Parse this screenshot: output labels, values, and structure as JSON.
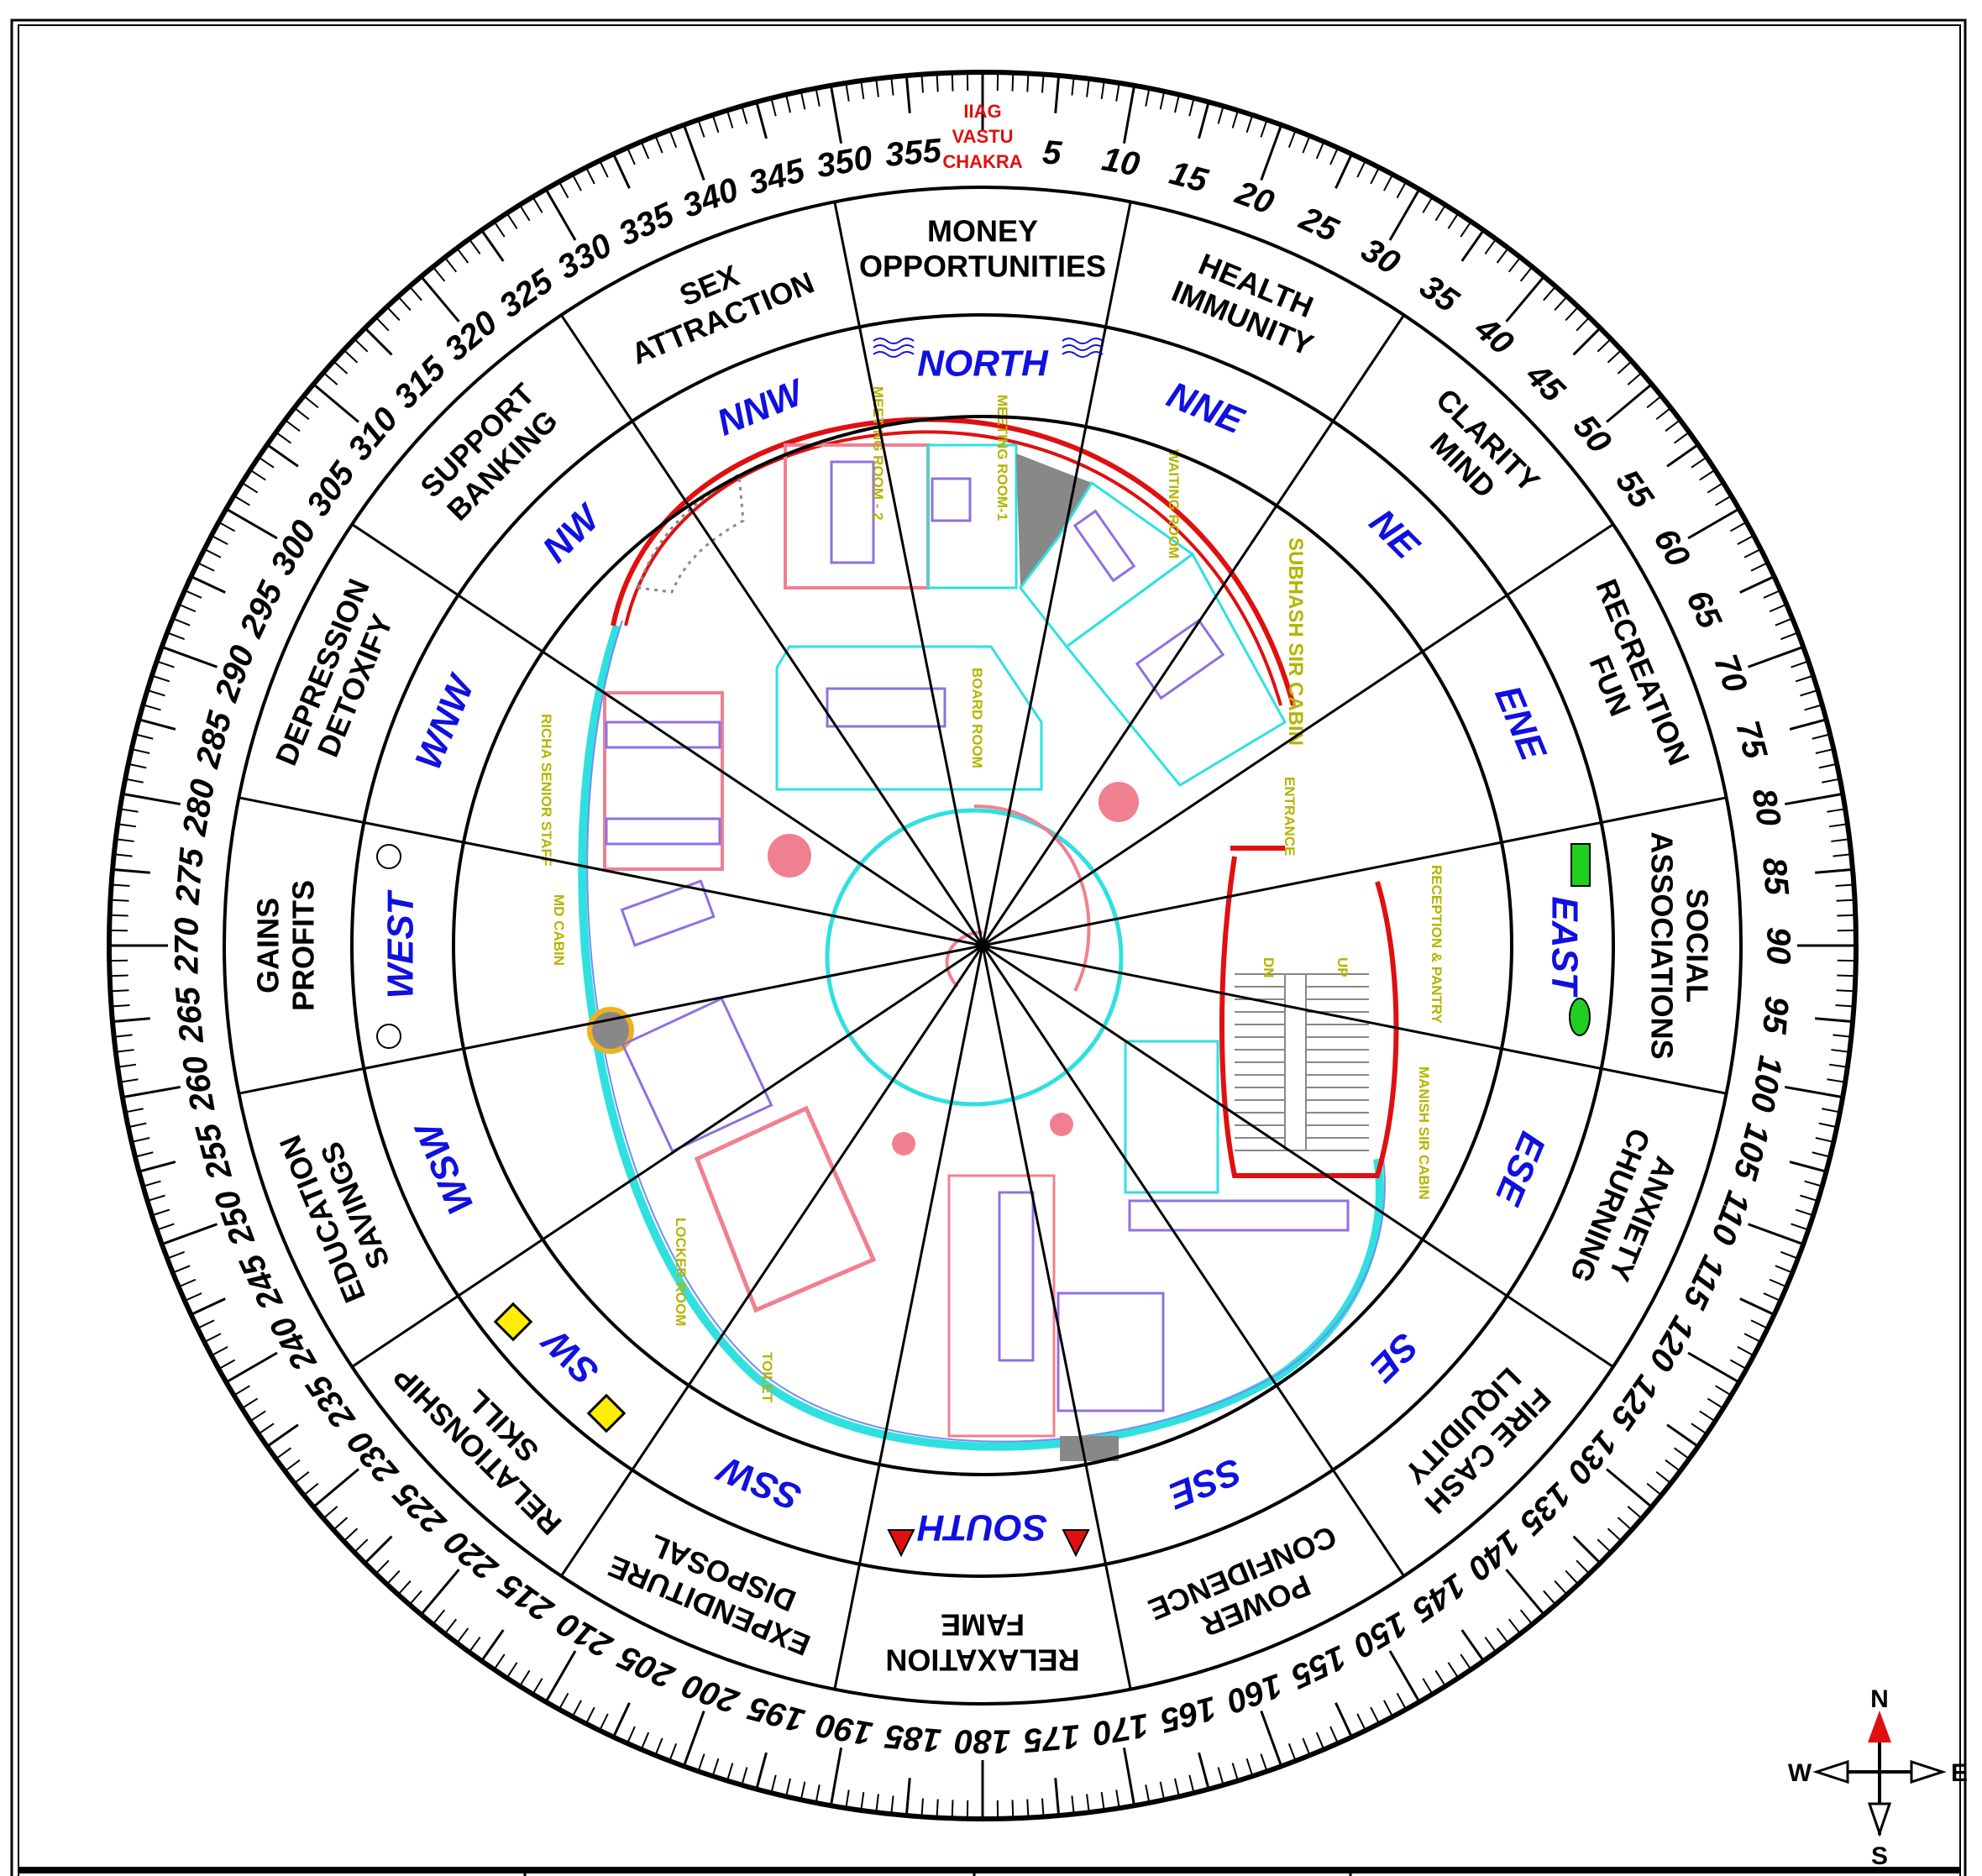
{
  "title_lines": [
    "IIAG",
    "VASTU",
    "CHAKRA"
  ],
  "degree_labels_step": 5,
  "sectors": [
    {
      "direction": "NORTH",
      "lines": [
        "MONEY",
        "OPPORTUNITIES"
      ]
    },
    {
      "direction": "NNE",
      "lines": [
        "HEALTH",
        "IMMUNITY"
      ]
    },
    {
      "direction": "NE",
      "lines": [
        "CLARITY",
        "MIND"
      ]
    },
    {
      "direction": "ENE",
      "lines": [
        "RECREATION",
        "FUN"
      ]
    },
    {
      "direction": "EAST",
      "lines": [
        "SOCIAL",
        "ASSOCIATIONS"
      ]
    },
    {
      "direction": "ESE",
      "lines": [
        "ANXIETY",
        "CHURNING"
      ]
    },
    {
      "direction": "SE",
      "lines": [
        "FIRE CASH",
        "LIQUIDITY"
      ]
    },
    {
      "direction": "SSE",
      "lines": [
        "POWER",
        "CONFIDENCE"
      ]
    },
    {
      "direction": "SOUTH",
      "lines": [
        "RELAXATION",
        "FAME"
      ]
    },
    {
      "direction": "SSW",
      "lines": [
        "EXPENDITURE",
        "DISPOSAL"
      ]
    },
    {
      "direction": "SW",
      "lines": [
        "RELATIONSHIP",
        "SKILL"
      ]
    },
    {
      "direction": "WSW",
      "lines": [
        "EDUCATION",
        "SAVINGS"
      ]
    },
    {
      "direction": "WEST",
      "lines": [
        "GAINS",
        "PROFITS"
      ]
    },
    {
      "direction": "WNW",
      "lines": [
        "DEPRESSION",
        "DETOXIFY"
      ]
    },
    {
      "direction": "NW",
      "lines": [
        "SUPPORT",
        "BANKING"
      ]
    },
    {
      "direction": "NNW",
      "lines": [
        "SEX",
        "ATTRACTION"
      ]
    }
  ],
  "rooms": {
    "meeting_room_2": "MEETING ROOM - 2",
    "meeting_room_1": "MEETING ROOM-1",
    "waiting_room": "WAITING ROOM",
    "subhash_cabin": "SUBHASH SIR CABIN",
    "board_room": "BOARD ROOM",
    "entrance": "ENTRANCE",
    "reception": "RECEPTION & PANTRY",
    "manish_cabin": "MANISH SIR CABIN",
    "richa_staff": "RICHA SENIOR STAFF",
    "md_cabin": "MD CABIN",
    "locker_room": "LOCKER ROOM",
    "toilet": "TOILET",
    "stair_dn": "DN",
    "stair_up": "UP"
  },
  "compass": {
    "n": "N",
    "s": "S",
    "e": "E",
    "w": "W"
  },
  "colors": {
    "direction_text": "#1010e0",
    "brand": "#e01010",
    "room_label": "#b5b400",
    "wall_pink": "#f08090",
    "glass_cyan": "#30e0e0",
    "furniture": "#9070e0",
    "east_symbol": "#20d020",
    "sw_symbol": "#ffee00"
  }
}
